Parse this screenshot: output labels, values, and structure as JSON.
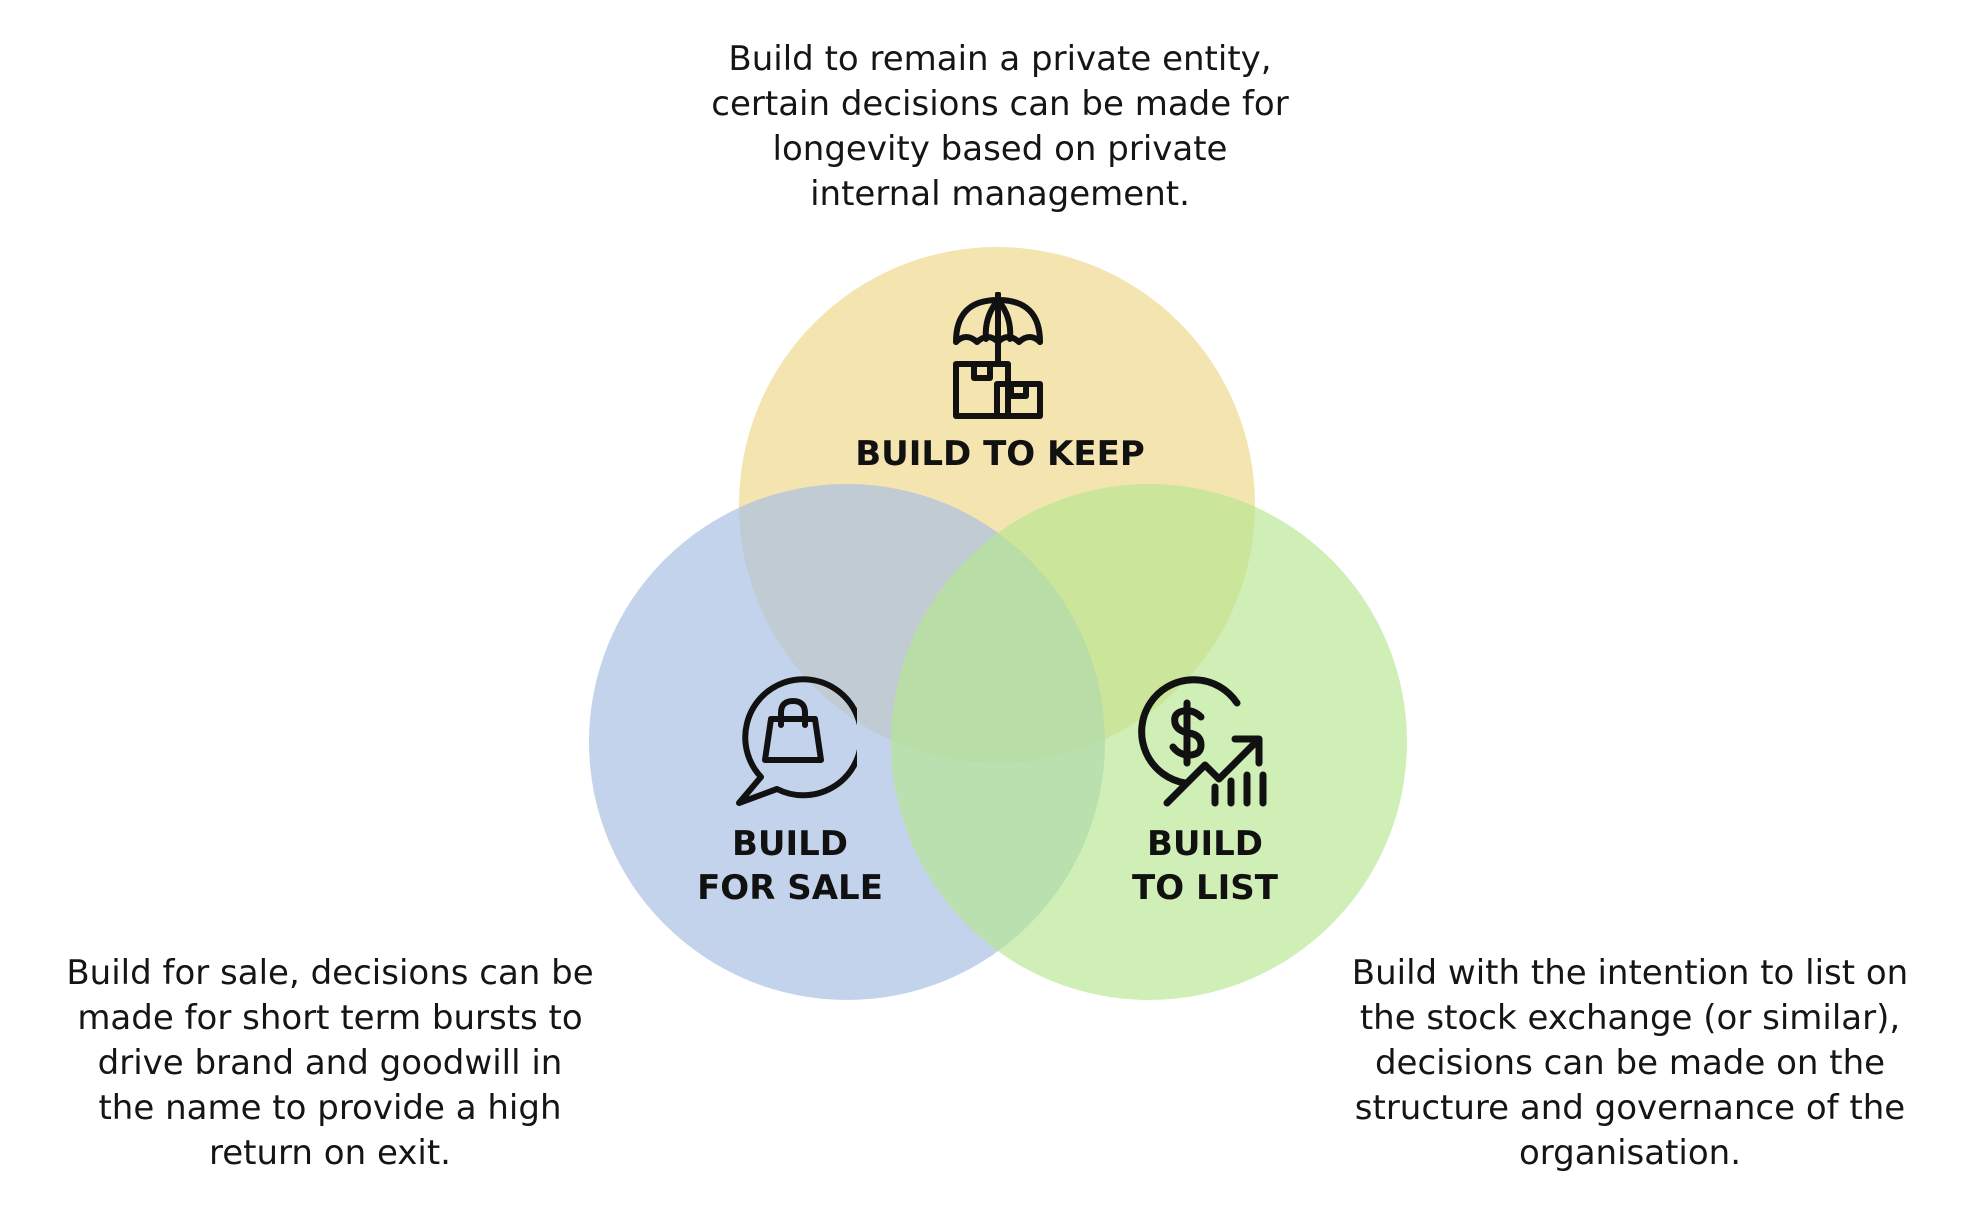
{
  "diagram": {
    "type": "venn",
    "circles": [
      {
        "id": "keep",
        "label_lines": [
          "BUILD TO KEEP"
        ],
        "color": "#f1dfa2",
        "icon": "umbrella-boxes-icon"
      },
      {
        "id": "sale",
        "label_lines": [
          "BUILD",
          "FOR SALE"
        ],
        "color": "#b3c8e6",
        "icon": "shopping-bag-chat-icon"
      },
      {
        "id": "list",
        "label_lines": [
          "BUILD",
          "TO LIST"
        ],
        "color": "#c5ecac",
        "icon": "dollar-growth-chart-icon"
      }
    ]
  },
  "descriptions": {
    "keep": [
      "Build to remain a private entity,",
      "certain decisions can be made for",
      "longevity based on private",
      "internal management."
    ],
    "sale": [
      "Build for sale, decisions can be",
      "made for short term bursts to",
      "drive brand and goodwill in",
      "the name to provide a high",
      "return on exit."
    ],
    "list": [
      "Build with the intention to list on",
      "the stock exchange (or similar),",
      "decisions can be made on the",
      "structure and governance of the",
      "organisation."
    ]
  }
}
